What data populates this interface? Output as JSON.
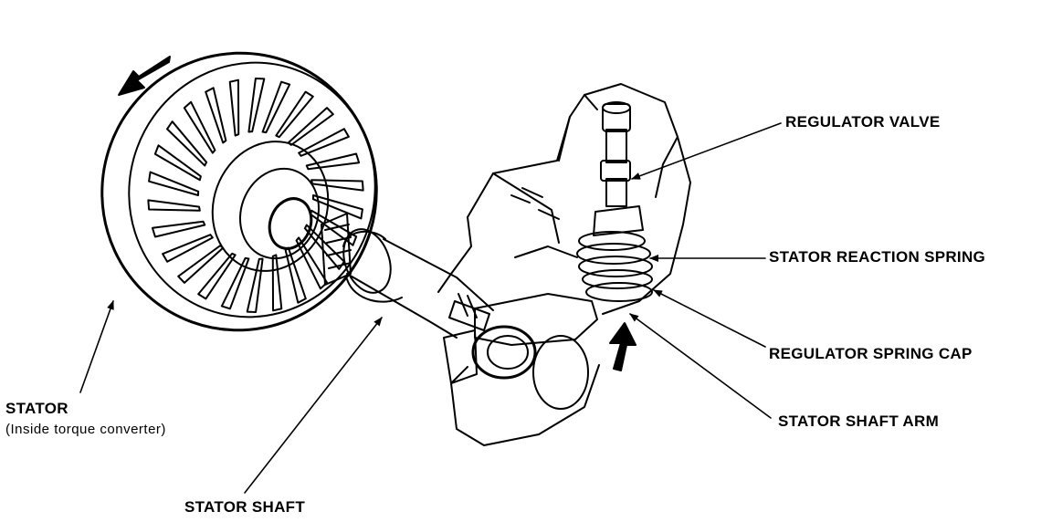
{
  "labels": {
    "regulator_valve": "REGULATOR VALVE",
    "stator_reaction_spring": "STATOR REACTION SPRING",
    "regulator_spring_cap": "REGULATOR SPRING CAP",
    "stator_shaft_arm": "STATOR SHAFT ARM",
    "stator": "STATOR",
    "stator_note": "(Inside torque converter)",
    "stator_shaft": "STATOR SHAFT"
  },
  "colors": {
    "ink": "#000000",
    "paper": "#ffffff"
  }
}
